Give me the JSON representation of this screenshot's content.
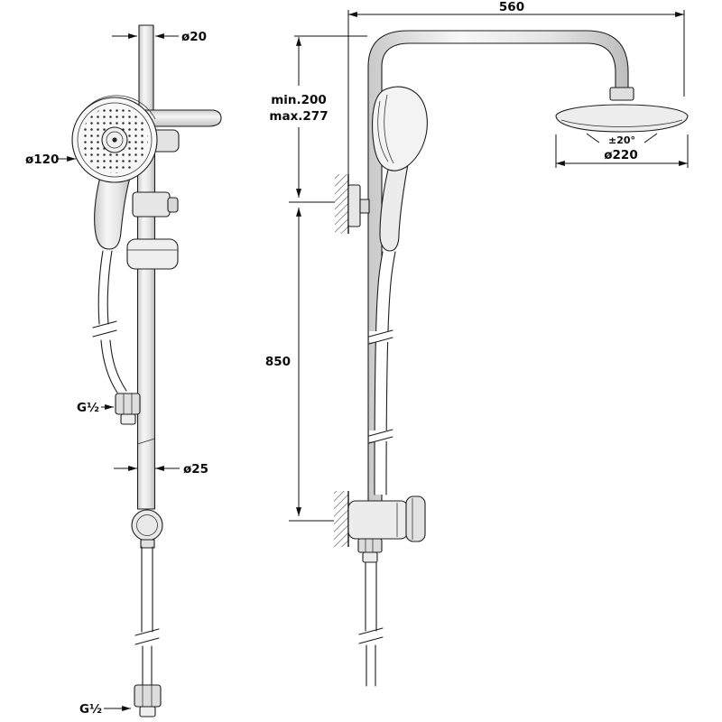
{
  "drawing": {
    "type": "technical-dimension-drawing",
    "subject": "shower column with overhead rain shower and hand shower",
    "views": {
      "left": "front view",
      "right": "side view"
    },
    "labels": {
      "dim_width_top": "560",
      "dim_top_pipe": "ø20",
      "dim_wall_min": "min.200",
      "dim_wall_max": "max.277",
      "dim_tilt": "±20°",
      "dim_head": "ø220",
      "dim_hand": "ø120",
      "dim_height": "850",
      "dim_thread_mid": "G½",
      "dim_pipe": "ø25",
      "dim_thread_bottom": "G½"
    },
    "colors": {
      "line": "#1d1d1d",
      "metal_light": "#ededed",
      "background": "#ffffff"
    }
  }
}
